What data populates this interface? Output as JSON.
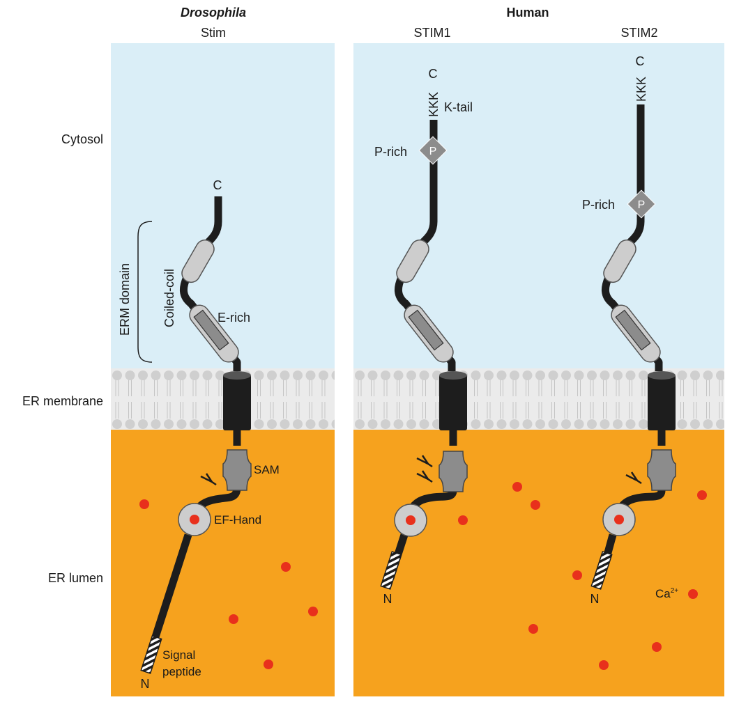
{
  "headers": {
    "left_group": "Drosophila",
    "left_sub": "Stim",
    "right_group": "Human",
    "right_sub1": "STIM1",
    "right_sub2": "STIM2"
  },
  "regions": {
    "cytosol": "Cytosol",
    "er_membrane": "ER membrane",
    "er_lumen": "ER lumen"
  },
  "labels": {
    "c_terminus": "C",
    "n_terminus": "N",
    "kkk": "KKK",
    "k_tail": "K-tail",
    "p_rich": "P-rich",
    "p": "P",
    "erm_domain": "ERM domain",
    "coiled_coil": "Coiled-coil",
    "e_rich": "E-rich",
    "sam": "SAM",
    "ef_hand": "EF-Hand",
    "signal": "Signal",
    "peptide": "peptide",
    "ca_base": "Ca",
    "ca_charge": "2+"
  },
  "colors": {
    "cytosol": "#daeef7",
    "membrane": "#ebebeb",
    "lipid_head": "#cfcfcf",
    "lumen": "#f6a21e",
    "protein": "#1d1d1d",
    "domain_light": "#cdcdcd",
    "domain_mid": "#8c8c8c",
    "ca_ion": "#e8301c"
  }
}
